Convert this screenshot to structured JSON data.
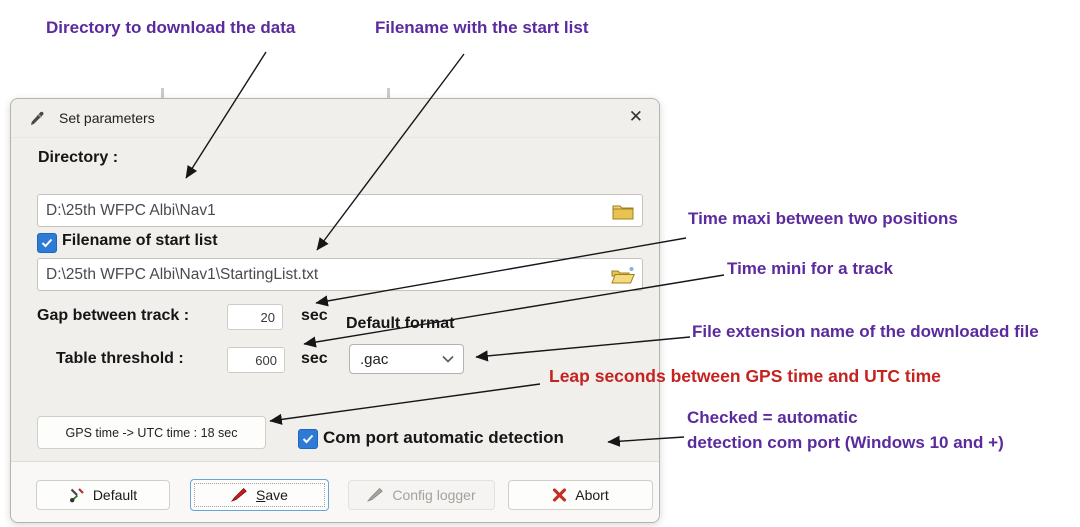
{
  "annotations": {
    "directory": "Directory to download the data",
    "filename": "Filename with the start list",
    "time_maxi": "Time maxi between two positions",
    "time_mini": "Time mini for a track",
    "file_extension": "File extension name of the downloaded file",
    "leap_seconds": "Leap seconds between GPS time and UTC time",
    "com_checked_line1": "Checked  = automatic",
    "com_checked_line2": "detection com port (Windows 10 and +)"
  },
  "window": {
    "title": "Set parameters",
    "close_glyph": "✕",
    "directory_label": "Directory :",
    "directory_value": "D:\\25th WFPC Albi\\Nav1",
    "startlist_checkbox": "Filename of start list",
    "startlist_value": "D:\\25th WFPC Albi\\Nav1\\StartingList.txt",
    "gap_label": "Gap between track :",
    "gap_value": "20",
    "gap_unit": "sec",
    "default_format_label": "Default format",
    "threshold_label": "Table threshold :",
    "threshold_value": "600",
    "threshold_unit": "sec",
    "format_selected": ".gac",
    "gps_utc_button": "GPS time -> UTC time : 18 sec",
    "comport_checkbox": "Com port automatic detection",
    "buttons": {
      "default": "Default",
      "save": "Save",
      "config_logger": "Config logger",
      "abort": "Abort"
    }
  },
  "colors": {
    "annotation_purple": "#5B2B9E",
    "annotation_red": "#C5231F",
    "checkbox_blue": "#2E7BD6",
    "dialog_bg": "#f1efec",
    "folder_yellow": "#e9c351"
  }
}
